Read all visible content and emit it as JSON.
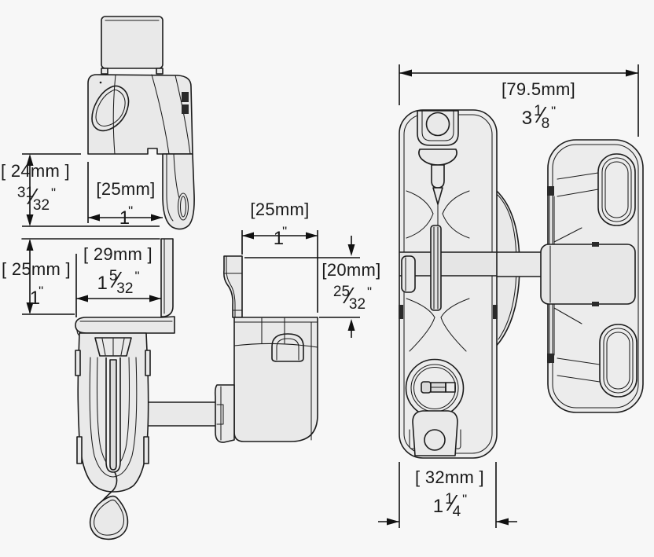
{
  "drawing_title": "gate-latch-dimension-diagram",
  "colors": {
    "background": "#f7f7f7",
    "line": "#1c1c1c",
    "part_fill": "#e9e9e9",
    "text": "#1a1a1a"
  },
  "dims": {
    "d24": {
      "metric": "[ 24mm ]",
      "whole": "",
      "num": "31",
      "slash": "⁄",
      "den": "32",
      "inch": "\""
    },
    "d25a": {
      "metric": "[25mm]",
      "whole": "1",
      "num": "",
      "slash": "",
      "den": "",
      "inch": "\""
    },
    "d25b": {
      "metric": "[ 25mm ]",
      "whole": "1",
      "num": "",
      "slash": "",
      "den": "",
      "inch": "\""
    },
    "d29": {
      "metric": "[ 29mm ]",
      "whole": "1",
      "num": "5",
      "slash": "⁄",
      "den": "32",
      "inch": "\""
    },
    "d25c": {
      "metric": "[25mm]",
      "whole": "1",
      "num": "",
      "slash": "",
      "den": "",
      "inch": "\""
    },
    "d20": {
      "metric": "[20mm]",
      "whole": "",
      "num": "25",
      "slash": "⁄",
      "den": "32",
      "inch": "\""
    },
    "d795": {
      "metric": "[79.5mm]",
      "whole": "3",
      "num": "1",
      "slash": "⁄",
      "den": "8",
      "inch": "\""
    },
    "d32": {
      "metric": "[ 32mm ]",
      "whole": "1",
      "num": "1",
      "slash": "⁄",
      "den": "4",
      "inch": "\""
    }
  }
}
